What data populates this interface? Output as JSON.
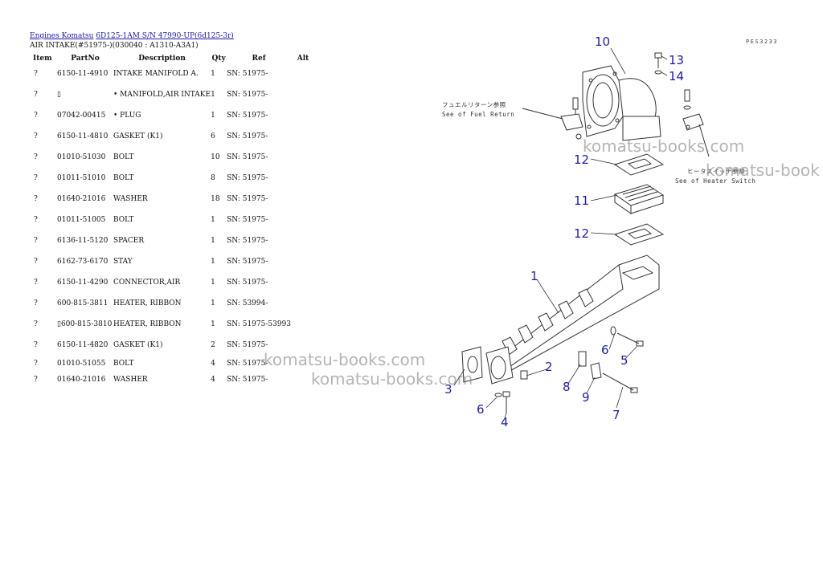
{
  "breadcrumb": {
    "link1": "Engines Komatsu",
    "link2": "6D125-1AM S/N 47990-UP(6d125-3r)"
  },
  "section_title": "AIR INTAKE(#51975-)(030040 : A1310-A3A1)",
  "table": {
    "headers": [
      "Item",
      "PartNo",
      "Description",
      "Qty",
      "Ref",
      "Alt"
    ],
    "rows": [
      {
        "item": "?",
        "part": "6150-11-4910",
        "desc": "INTAKE MANIFOLD A.",
        "qty": "1",
        "ref": "SN: 51975-"
      },
      {
        "item": "?",
        "part": "▯",
        "desc": "• MANIFOLD,AIR INTAKE",
        "qty": "1",
        "ref": "SN: 51975-"
      },
      {
        "item": "?",
        "part": "07042-00415",
        "desc": "• PLUG",
        "qty": "1",
        "ref": "SN: 51975-"
      },
      {
        "item": "?",
        "part": "6150-11-4810",
        "desc": "GASKET (K1)",
        "qty": "6",
        "ref": "SN: 51975-"
      },
      {
        "item": "?",
        "part": "01010-51030",
        "desc": "BOLT",
        "qty": "10",
        "ref": "SN: 51975-"
      },
      {
        "item": "?",
        "part": "01011-51010",
        "desc": "BOLT",
        "qty": "8",
        "ref": "SN: 51975-"
      },
      {
        "item": "?",
        "part": "01640-21016",
        "desc": "WASHER",
        "qty": "18",
        "ref": "SN: 51975-"
      },
      {
        "item": "?",
        "part": "01011-51005",
        "desc": "BOLT",
        "qty": "1",
        "ref": "SN: 51975-"
      },
      {
        "item": "?",
        "part": "6136-11-5120",
        "desc": "SPACER",
        "qty": "1",
        "ref": "SN: 51975-"
      },
      {
        "item": "?",
        "part": "6162-73-6170",
        "desc": "STAY",
        "qty": "1",
        "ref": "SN: 51975-"
      },
      {
        "item": "?",
        "part": "6150-11-4290",
        "desc": "CONNECTOR,AIR",
        "qty": "1",
        "ref": "SN: 51975-"
      },
      {
        "item": "?",
        "part": "600-815-3811",
        "desc": "HEATER, RIBBON",
        "qty": "1",
        "ref": "SN: 53994-"
      },
      {
        "item": "?",
        "part": "▯600-815-3810",
        "desc": "HEATER, RIBBON",
        "qty": "1",
        "ref": "SN: 51975-53993"
      },
      {
        "item": "?",
        "part": "6150-11-4820",
        "desc": "GASKET (K1)",
        "qty": "2",
        "ref": "SN: 51975-"
      },
      {
        "item": "?",
        "part": "01010-51055",
        "desc": "BOLT",
        "qty": "4",
        "ref": "SN: 51975-"
      },
      {
        "item": "?",
        "part": "01640-21016",
        "desc": "WASHER",
        "qty": "4",
        "ref": "SN: 51975-"
      }
    ]
  },
  "diagram": {
    "fig_code": "PES3233",
    "note_fuel_jp": "フュエルリターン参照",
    "note_fuel_en": "See of Fuel Return",
    "note_heater_jp": "ヒータスイッチ参照",
    "note_heater_en": "See of Heater Switch",
    "callouts": [
      "10",
      "13",
      "14",
      "12",
      "11",
      "12",
      "1",
      "6",
      "5",
      "2",
      "8",
      "9",
      "3",
      "6",
      "4",
      "7"
    ]
  },
  "watermarks": [
    "komatsu-books.com",
    "komatsu-book",
    "komatsu-books.com",
    "komatsu-books.com"
  ],
  "colors": {
    "link": "#1a1aa8",
    "callout": "#2020a0"
  }
}
